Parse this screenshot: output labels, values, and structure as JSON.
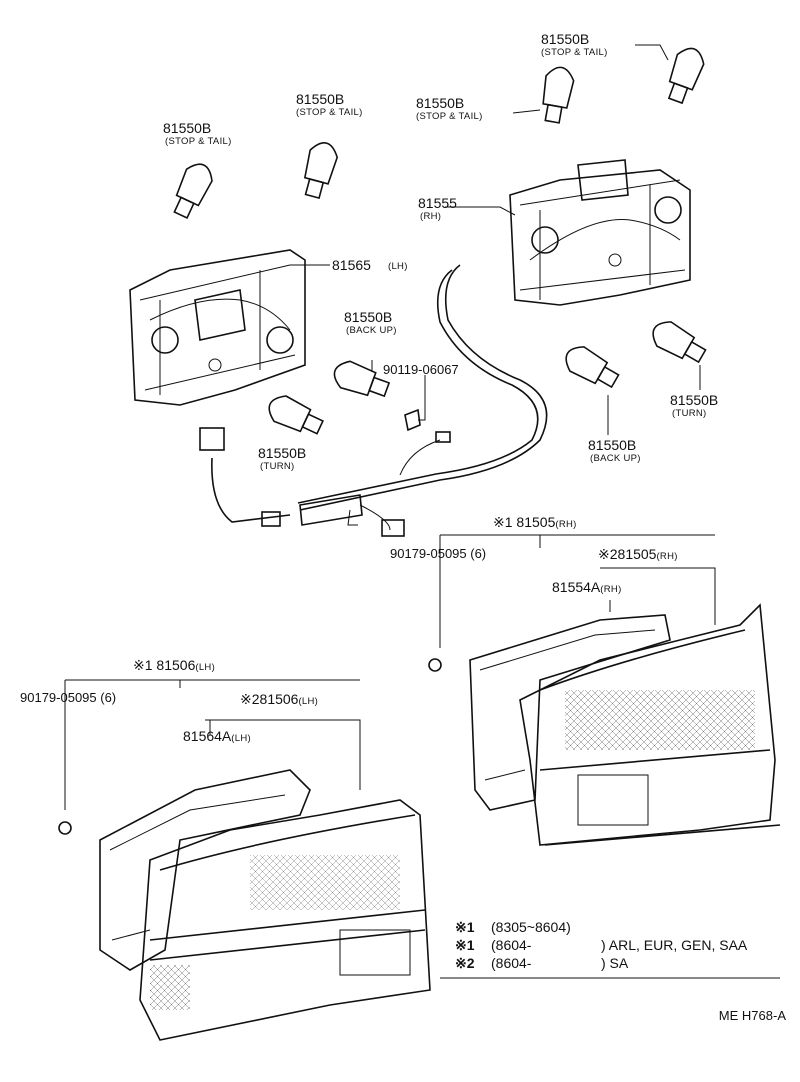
{
  "labels": {
    "bulb_stop_tail_left": {
      "part": "81550B",
      "note": "(STOP & TAIL)"
    },
    "bulb_stop_tail_mid": {
      "part": "81550B",
      "note": "(STOP & TAIL)"
    },
    "bulb_stop_tail_right1": {
      "part": "81550B",
      "note": "(STOP & TAIL)"
    },
    "bulb_stop_tail_right2": {
      "part": "81550B",
      "note": "(STOP & TAIL)"
    },
    "socket_rh": {
      "part": "81555",
      "note": "(RH)"
    },
    "socket_lh": {
      "part": "81565",
      "note": "(LH)"
    },
    "bulb_back_up_left": {
      "part": "81550B",
      "note": "(BACK UP)"
    },
    "screw": {
      "part": "90119-06067"
    },
    "bulb_turn_left": {
      "part": "81550B",
      "note": "(TURN)"
    },
    "bulb_back_up_right": {
      "part": "81550B",
      "note": "(BACK UP)"
    },
    "bulb_turn_right": {
      "part": "81550B",
      "note": "(TURN)"
    },
    "lamp_rh_1": {
      "mark": "※1",
      "part": "81505",
      "note": "(RH)"
    },
    "nut_rh": {
      "part": "90179-05095 (6)"
    },
    "lamp_rh_2": {
      "mark": "※2",
      "part": "81505",
      "note": "(RH)"
    },
    "gasket_rh": {
      "part": "81554A",
      "note": "(RH)"
    },
    "lamp_lh_1": {
      "mark": "※1",
      "part": "81506",
      "note": "(LH)"
    },
    "nut_lh": {
      "part": "90179-05095 (6)"
    },
    "lamp_lh_2": {
      "mark": "※2",
      "part": "81506",
      "note": "(LH)"
    },
    "gasket_lh": {
      "part": "81564A",
      "note": "(LH)"
    }
  },
  "legend": [
    {
      "mark": "※1",
      "range": "(8305~8604)",
      "regions": ""
    },
    {
      "mark": "※1",
      "range": "(8604-",
      "regions": ") ARL, EUR, GEN, SAA"
    },
    {
      "mark": "※2",
      "range": "(8604-",
      "regions": ") SA"
    }
  ],
  "drawing_code": "ME H768-A"
}
